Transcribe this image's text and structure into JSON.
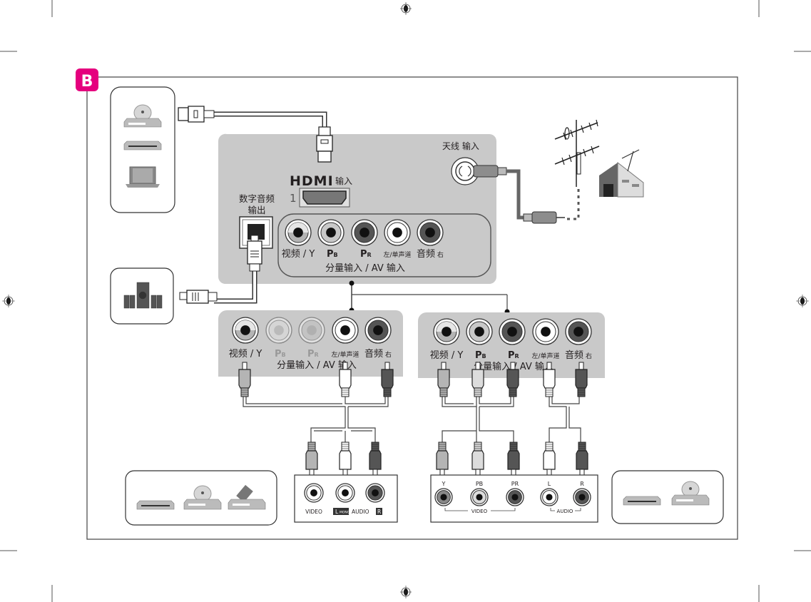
{
  "section_badge": {
    "label": "B",
    "color": "#e5007e"
  },
  "tv_panel": {
    "hdmi_logo": "HDMI",
    "hdmi_label": "输入",
    "hdmi_port_number": "1",
    "antenna_label": "天线 输入",
    "digital_audio_label_line1": "数字音频",
    "digital_audio_label_line2": "输出",
    "jacks": [
      {
        "label": "视频 / Y",
        "color": "#b4b4b4"
      },
      {
        "label": "PB",
        "color": "#c8c8c8"
      },
      {
        "label": "PR",
        "color": "#555555"
      },
      {
        "label": "左/单声道",
        "color": "#ffffff"
      },
      {
        "label": "音频",
        "sub": "右",
        "color": "#555555"
      }
    ],
    "group_label": "分量输入 / AV 输入"
  },
  "av_panel_left": {
    "jacks": [
      {
        "label": "视频 / Y",
        "color": "#b4b4b4",
        "active": true
      },
      {
        "label": "PB",
        "color": "#c8c8c8",
        "active": false
      },
      {
        "label": "PR",
        "color": "#a0a0a0",
        "active": false
      },
      {
        "label": "左/单声道",
        "color": "#ffffff",
        "active": true
      },
      {
        "label": "音频",
        "sub": "右",
        "color": "#555555",
        "active": true
      }
    ],
    "group_label": "分量输入 / AV 输入"
  },
  "av_panel_right": {
    "jacks": [
      {
        "label": "视频 / Y",
        "color": "#b4b4b4",
        "active": true
      },
      {
        "label": "PB",
        "color": "#c8c8c8",
        "active": true
      },
      {
        "label": "PR",
        "color": "#555555",
        "active": true
      },
      {
        "label": "左/单声道",
        "color": "#ffffff",
        "active": true
      },
      {
        "label": "音频",
        "sub": "右",
        "color": "#555555",
        "active": true
      }
    ],
    "group_label": "分量输入 / AV 输入"
  },
  "device_av": {
    "video_label": "VIDEO",
    "l_label": "L",
    "mono_label": "MONO",
    "audio_label": "AUDIO",
    "r_label": "R"
  },
  "device_component": {
    "y_label": "Y",
    "pb_label": "PB",
    "pr_label": "PR",
    "l_label": "L",
    "r_label": "R",
    "video_group_label": "VIDEO",
    "audio_group_label": "AUDIO"
  },
  "devices": {
    "hdmi_sources": [
      "dvd-player-icon",
      "set-top-box-icon",
      "laptop-icon"
    ],
    "audio_system": [
      "home-theater-speakers-icon"
    ],
    "av_sources": [
      "set-top-box-icon",
      "dvd-player-icon",
      "vcr-icon"
    ],
    "component_sources": [
      "set-top-box-icon",
      "dvd-player-icon"
    ],
    "antenna": [
      "antenna-icon",
      "house-icon"
    ]
  }
}
